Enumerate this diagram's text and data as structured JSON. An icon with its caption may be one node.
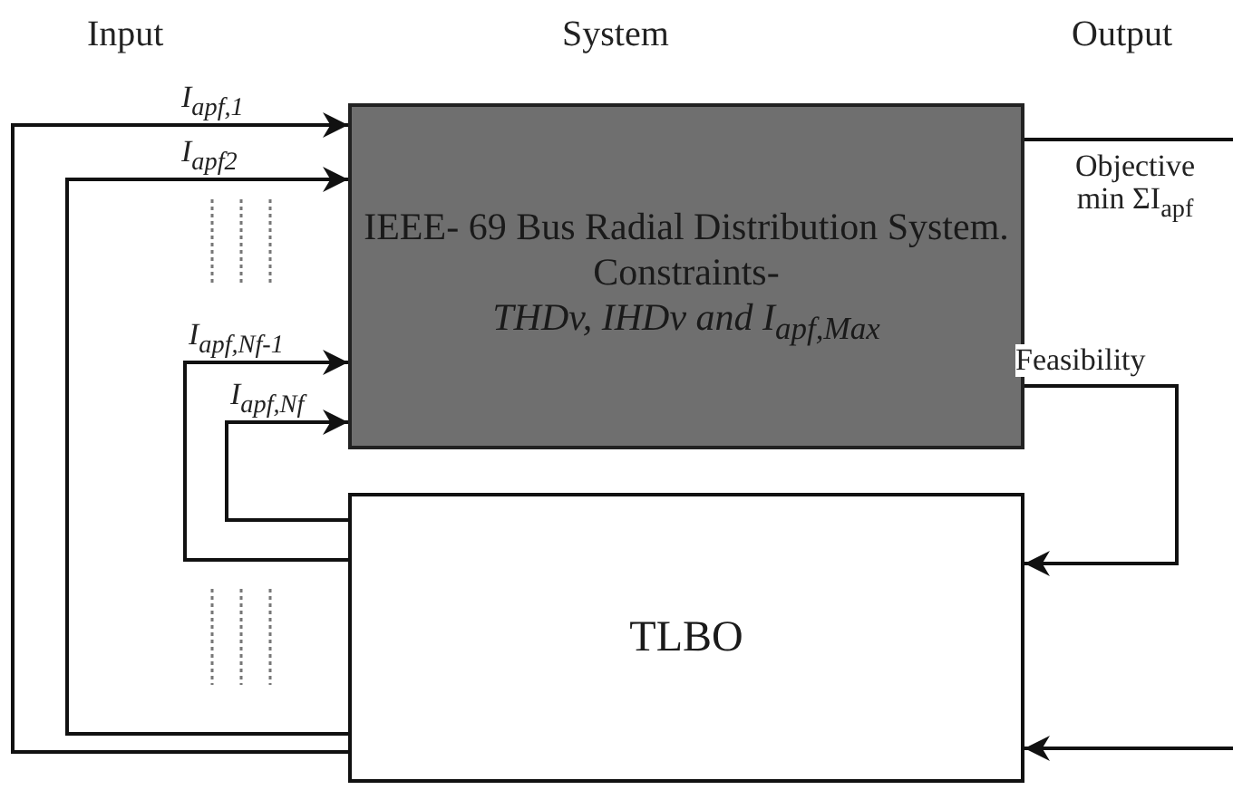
{
  "diagram": {
    "nodes": [
      {
        "text": [
          "IEEE- 69 Bus Radial Distribution System.",
          "Constraints-",
          "THDv, IHDv and I$_{apf,Max}$"
        ]
      },
      {
        "text": [
          "TLBO"
        ]
      }
    ],
    "edges": [
      {
        "from": 1,
        "to": 0,
        "arrow": "to",
        "label": "I$_{apf,1}$"
      },
      {
        "from": 1,
        "to": 0,
        "arrow": "to",
        "label": "I$_{apf2}$"
      },
      {
        "from": 1,
        "to": 0,
        "arrow": "to",
        "label": "I$_{apf,Nf-1}$"
      },
      {
        "from": 1,
        "to": 0,
        "arrow": "to",
        "label": "I$_{apf,Nf}$"
      },
      {
        "from": 0,
        "to": null,
        "arrow": "none",
        "label": "Objective min ΣI$_{apf}$"
      },
      {
        "from": 0,
        "to": 1,
        "arrow": "to",
        "label": "Feasibility"
      },
      {
        "from": null,
        "to": 1,
        "arrow": "to"
      }
    ],
    "labels": [
      "Input",
      "System",
      "Output"
    ]
  }
}
